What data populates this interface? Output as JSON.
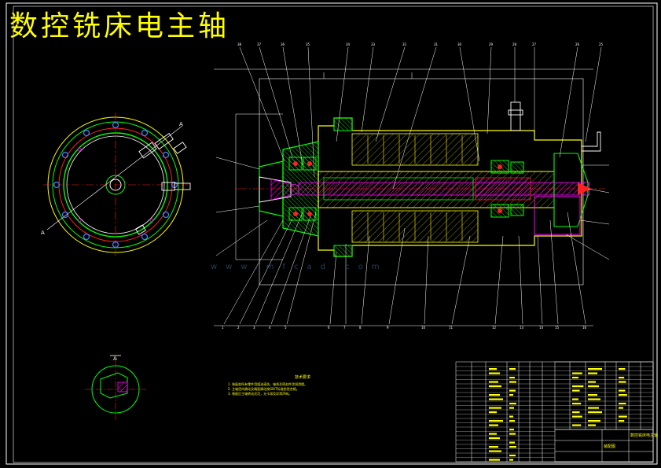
{
  "drawing": {
    "title": "数控铣床电主轴",
    "watermark": "www.mfcad.com",
    "colors": {
      "background": "#000000",
      "frame": "#ffffff",
      "outline": "#ffff00",
      "part_green": "#00ff00",
      "hatch_magenta": "#ff00ff",
      "centerline_red": "#ff2020",
      "bolt_blue": "#4080ff",
      "hole_cyan": "#00ffff"
    }
  },
  "technical_notes": {
    "title": "技术要求",
    "lines": [
      "1. 装配前所有零件用煤油清洗，轴承及密封件涂润滑脂。",
      "2. 主轴径向跳动及端面跳动按GB/T标准检验合格。",
      "3. 装配后主轴转动灵活，无卡滞及异常声响。"
    ]
  },
  "title_block": {
    "labels": [
      "数控铣床电主轴",
      "装配图"
    ]
  }
}
